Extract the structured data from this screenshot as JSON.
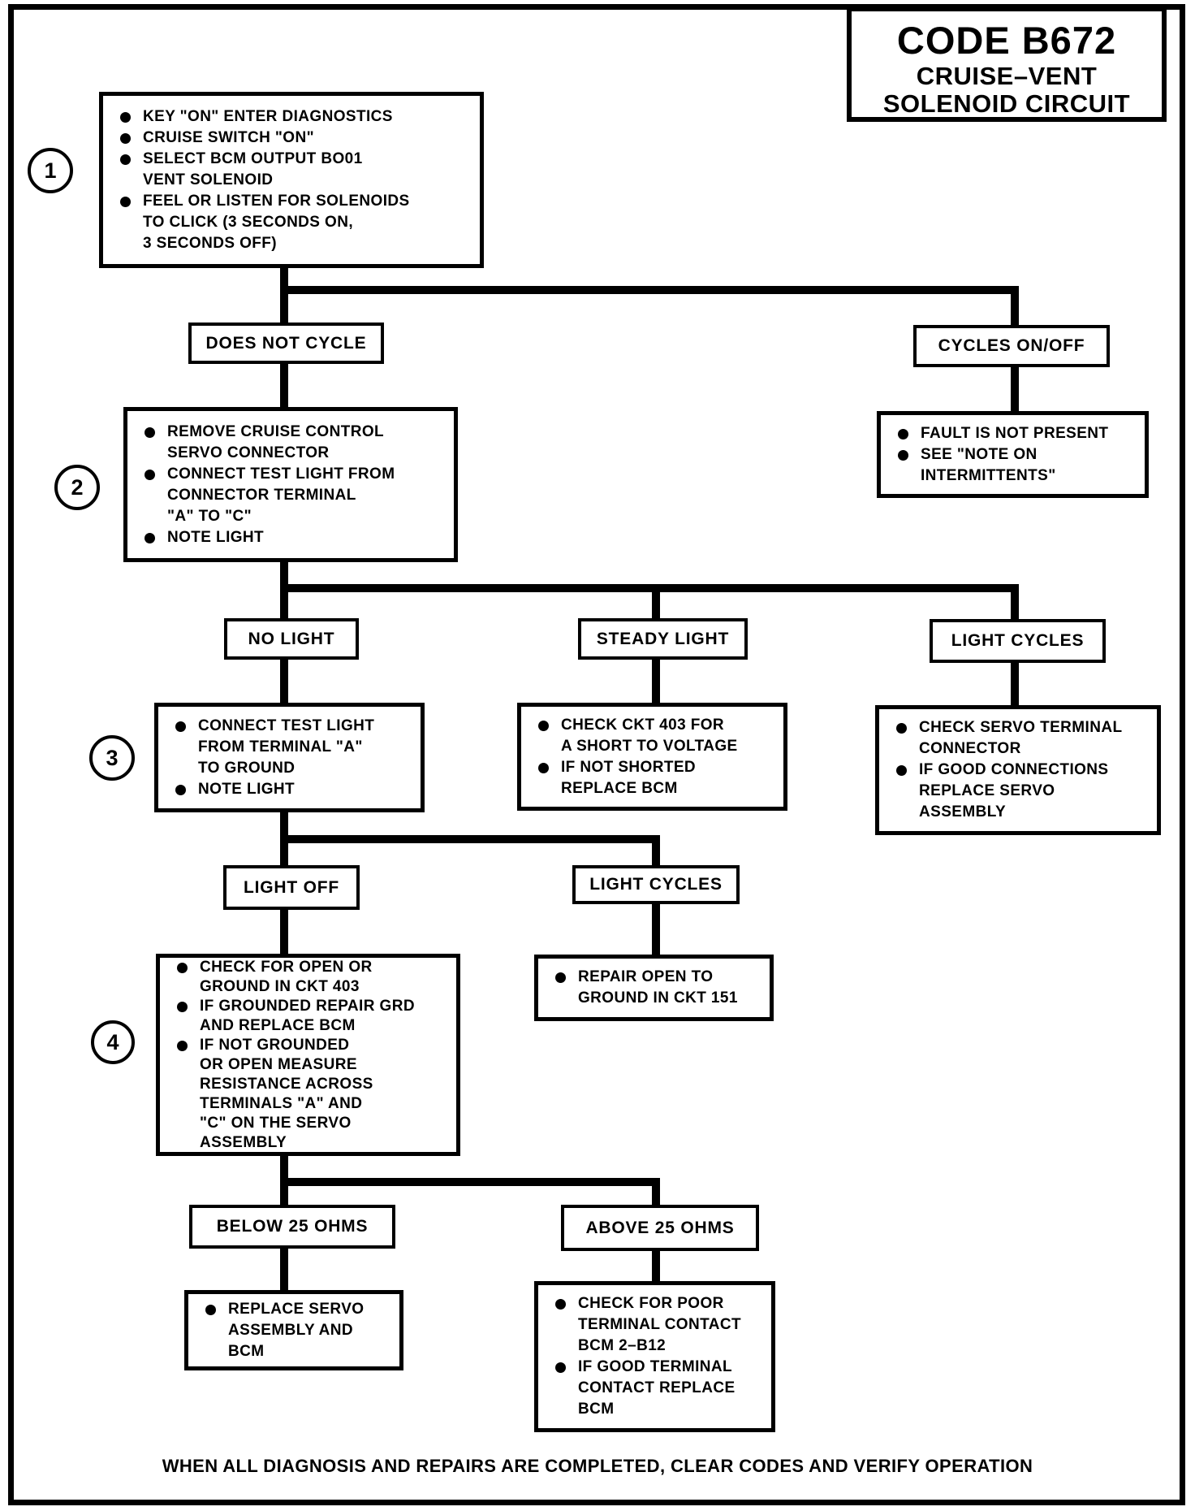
{
  "title": {
    "code": "CODE B672",
    "subtitle_line1": "CRUISE–VENT",
    "subtitle_line2": "SOLENOID CIRCUIT"
  },
  "step_markers": {
    "s1": "1",
    "s2": "2",
    "s3": "3",
    "s4": "4"
  },
  "decision_labels": {
    "does_not_cycle": "DOES NOT CYCLE",
    "cycles_on_off": "CYCLES ON/OFF",
    "no_light": "NO LIGHT",
    "steady_light": "STEADY LIGHT",
    "light_cycles_top": "LIGHT CYCLES",
    "light_off": "LIGHT OFF",
    "light_cycles_mid": "LIGHT CYCLES",
    "below_25": "BELOW 25 OHMS",
    "above_25": "ABOVE 25 OHMS"
  },
  "boxes": {
    "step1": {
      "items": [
        "KEY \"ON\" ENTER DIAGNOSTICS",
        "CRUISE SWITCH \"ON\"",
        "SELECT BCM OUTPUT BO01\nVENT SOLENOID",
        "FEEL OR LISTEN FOR SOLENOIDS\nTO CLICK (3 SECONDS ON,\n3 SECONDS OFF)"
      ]
    },
    "fault": {
      "items": [
        "FAULT IS NOT PRESENT",
        "SEE \"NOTE ON\nINTERMITTENTS\""
      ]
    },
    "step2": {
      "items": [
        "REMOVE CRUISE CONTROL\nSERVO CONNECTOR",
        "CONNECT TEST LIGHT FROM\nCONNECTOR TERMINAL\n\"A\" TO \"C\"",
        "NOTE LIGHT"
      ]
    },
    "step3": {
      "items": [
        "CONNECT TEST LIGHT\nFROM TERMINAL \"A\"\nTO GROUND",
        "NOTE LIGHT"
      ]
    },
    "check_ckt403": {
      "items": [
        "CHECK CKT 403 FOR\nA SHORT TO VOLTAGE",
        "IF NOT SHORTED\nREPLACE BCM"
      ]
    },
    "check_servo": {
      "items": [
        "CHECK SERVO TERMINAL\nCONNECTOR",
        "IF GOOD CONNECTIONS\nREPLACE SERVO\nASSEMBLY"
      ]
    },
    "step4": {
      "items": [
        "CHECK FOR OPEN OR\nGROUND IN CKT 403",
        "IF GROUNDED REPAIR GRD\nAND REPLACE BCM",
        "IF NOT GROUNDED\nOR OPEN MEASURE\nRESISTANCE ACROSS\nTERMINALS \"A\" AND\n\"C\" ON THE SERVO\nASSEMBLY"
      ]
    },
    "repair_open": {
      "items": [
        "REPAIR OPEN TO\nGROUND IN CKT 151"
      ]
    },
    "replace_servo": {
      "items": [
        "REPLACE SERVO\nASSEMBLY AND\nBCM"
      ]
    },
    "check_poor": {
      "items": [
        "CHECK FOR POOR\nTERMINAL CONTACT\nBCM 2–B12",
        "IF GOOD TERMINAL\nCONTACT REPLACE\nBCM"
      ]
    }
  },
  "footer": "WHEN ALL DIAGNOSIS AND REPAIRS ARE COMPLETED, CLEAR CODES AND VERIFY OPERATION"
}
